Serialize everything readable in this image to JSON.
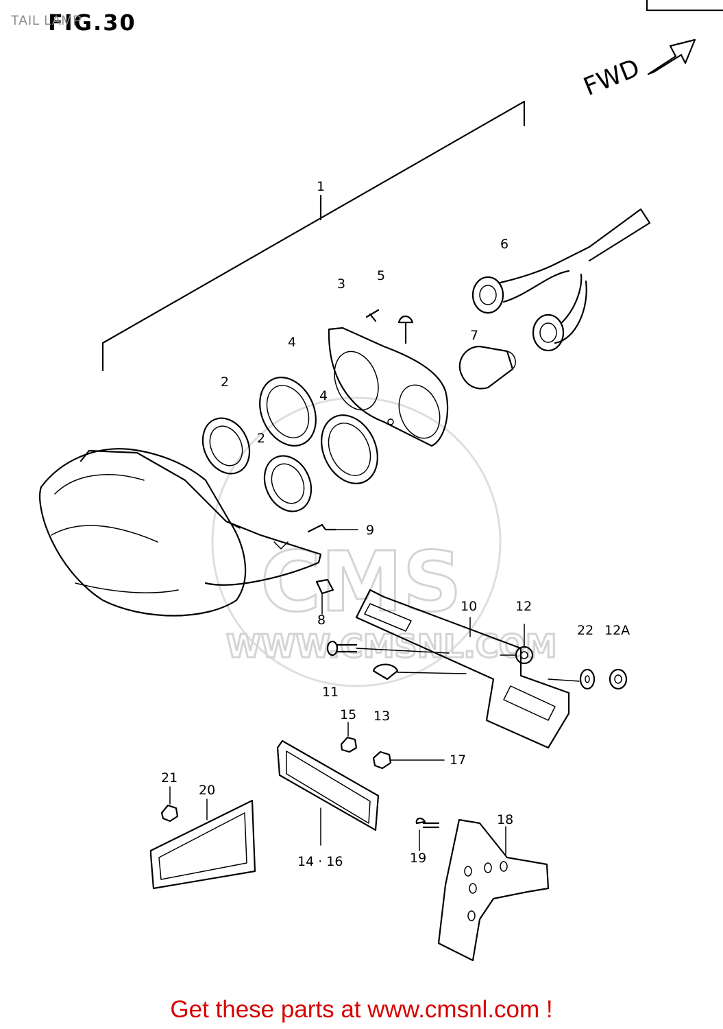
{
  "header": {
    "caption": "TAIL LAMP",
    "figure_label": "FIG.30",
    "direction_label": "FWD"
  },
  "watermark": {
    "brand": "CMS",
    "url": "WWW.CMSNL.COM"
  },
  "callouts": {
    "c1": "1",
    "c2a": "2",
    "c2b": "2",
    "c3": "3",
    "c4a": "4",
    "c4b": "4",
    "c5": "5",
    "c6": "6",
    "c7": "7",
    "c8": "8",
    "c9": "9",
    "c10": "10",
    "c11": "11",
    "c12": "12",
    "c12a": "12A",
    "c13": "13",
    "c14_16": "14 · 16",
    "c15": "15",
    "c17": "17",
    "c18": "18",
    "c19": "19",
    "c20": "20",
    "c21": "21",
    "c22": "22"
  },
  "footer": {
    "promo": "Get these parts at www.cmsnl.com !"
  },
  "colors": {
    "line": "#000000",
    "promo": "#d60000",
    "caption": "#8a8a8a",
    "watermark": "#d4d4d4"
  }
}
